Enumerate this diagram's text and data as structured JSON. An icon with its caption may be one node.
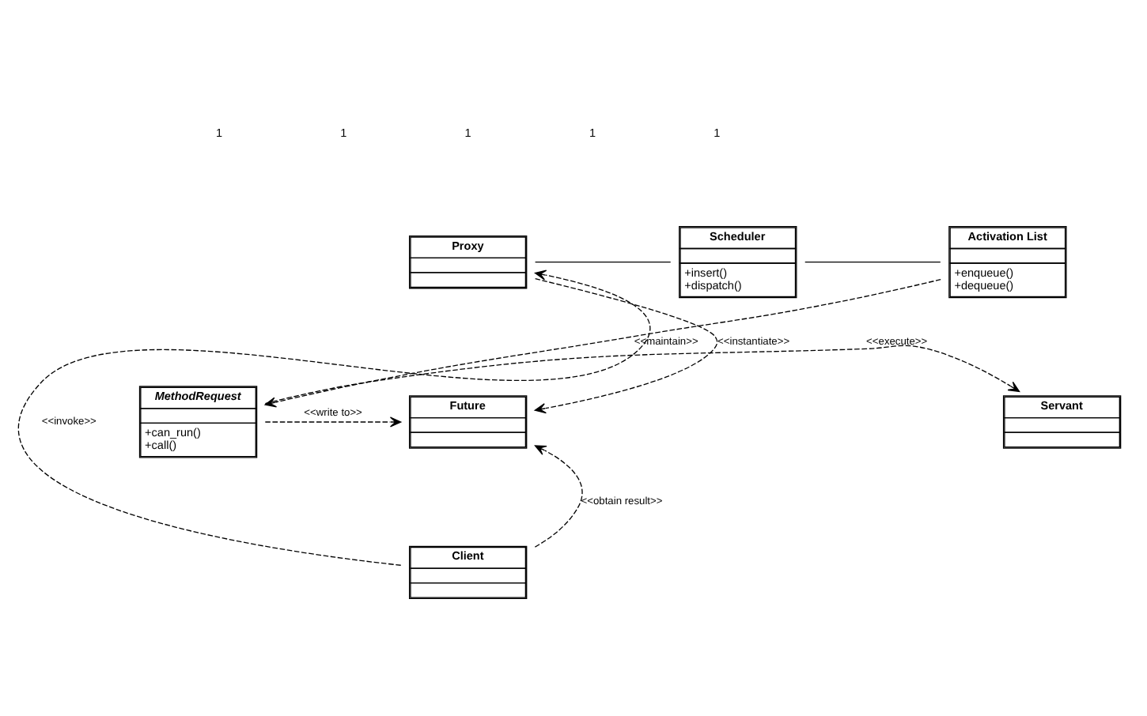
{
  "diagram": {
    "nodes": [
      {
        "text": [
          "Proxy"
        ]
      },
      {
        "text": [
          "Scheduler",
          "+insert()",
          "+dispatch()"
        ]
      },
      {
        "text": [
          "Activation List",
          "+enqueue()",
          "+dequeue()"
        ]
      },
      {
        "text": [
          "Future"
        ]
      },
      {
        "text": [
          "MethodRequest",
          "+can_run()",
          "+call()"
        ]
      },
      {
        "text": [
          "Servant"
        ]
      },
      {
        "text": [
          "Client"
        ]
      }
    ],
    "edges": [
      {
        "from": 0,
        "to": 1,
        "arrow": "none"
      },
      {
        "from": 1,
        "to": 2,
        "arrow": "none"
      },
      {
        "from": 2,
        "to": 4,
        "arrow": "to",
        "label": "<<maintain>>",
        "style": "dashed"
      },
      {
        "from": 0,
        "to": 3,
        "arrow": "to",
        "label": "<<instantiate>>",
        "style": "dashed"
      },
      {
        "from": 6,
        "to": 0,
        "arrow": "to",
        "label": "<<invoke>>",
        "style": "dashed"
      },
      {
        "from": 4,
        "to": 3,
        "arrow": "to",
        "label": "<<write to>>",
        "style": "dashed"
      },
      {
        "from": 4,
        "to": 5,
        "arrow": "to",
        "label": "<<execute>>",
        "style": "dashed"
      },
      {
        "from": 6,
        "to": 3,
        "arrow": "to",
        "label": "<<obtain result>>",
        "style": "dashed"
      }
    ],
    "labels": [
      "1",
      "1",
      "1",
      "1",
      "1"
    ]
  }
}
